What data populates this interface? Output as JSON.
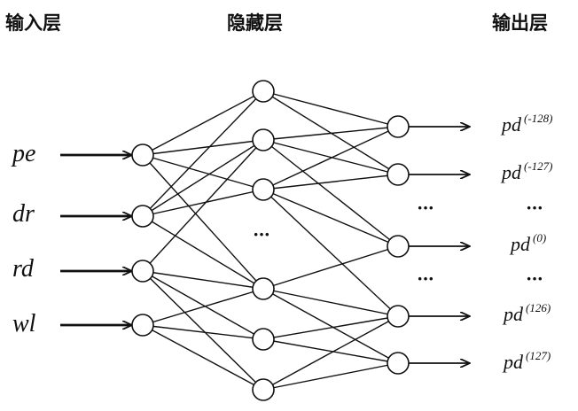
{
  "headers": {
    "input": "输入层",
    "hidden": "隐藏层",
    "output": "输出层"
  },
  "inputs": [
    "pe",
    "dr",
    "rd",
    "wl"
  ],
  "outputs": [
    {
      "base": "pd",
      "sup": "(-128)"
    },
    {
      "base": "pd",
      "sup": "(-127)"
    },
    {
      "base": "pd",
      "sup": "(0)"
    },
    {
      "base": "pd",
      "sup": "(126)"
    },
    {
      "base": "pd",
      "sup": "(127)"
    }
  ],
  "ellipsis": "···"
}
